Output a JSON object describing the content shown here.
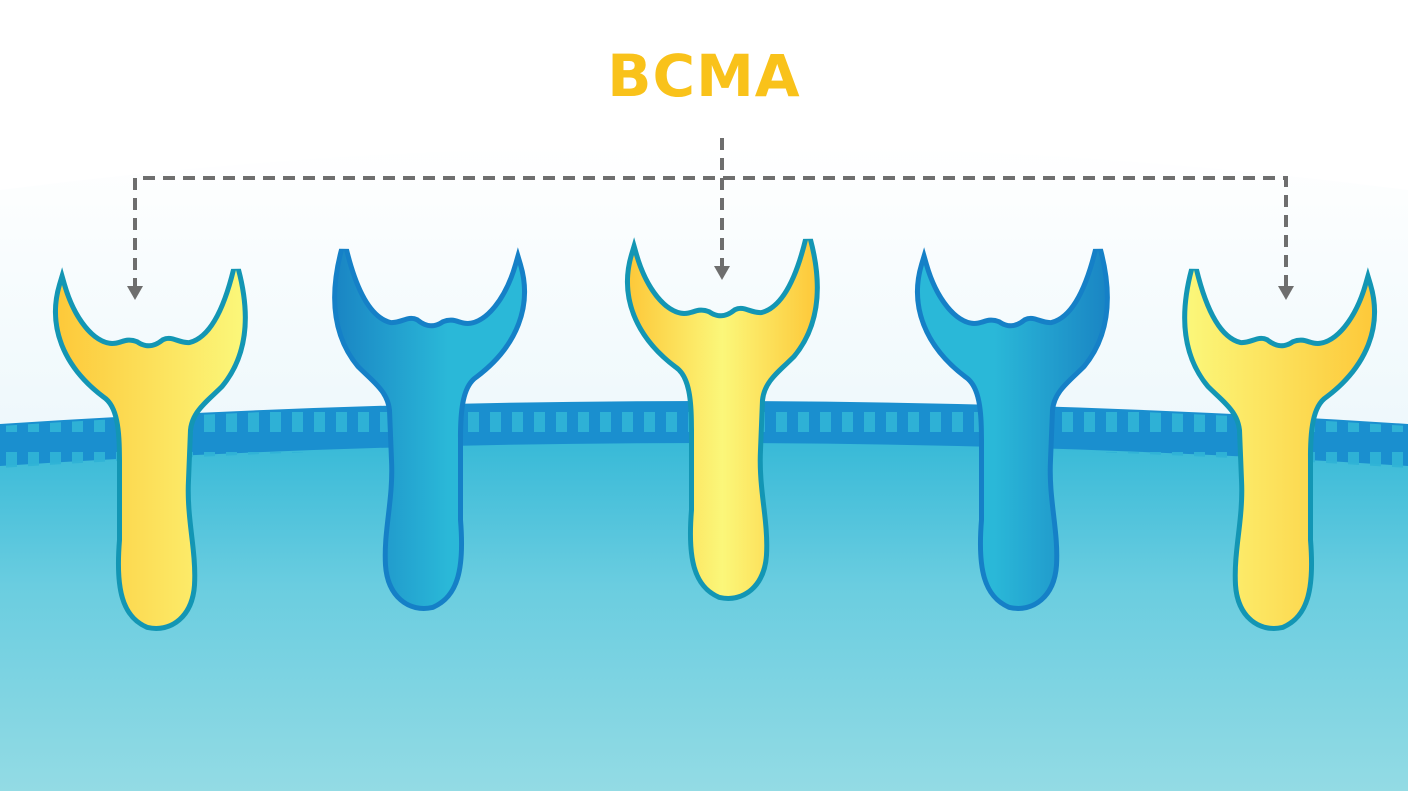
{
  "diagram": {
    "title": "BCMA",
    "title_color": "#f9c21a",
    "description": "Cell membrane with five transmembrane receptors; three yellow receptors labeled BCMA via dashed arrows",
    "colors": {
      "background_top": "#ffffff",
      "halo": "#f2f9fc",
      "membrane_band": "#1a8fcf",
      "membrane_ticks": "#2fb3d6",
      "cytoplasm_top": "#2fb6d6",
      "cytoplasm_bottom": "#93dbe4",
      "receptor_yellow_light": "#fbf77a",
      "receptor_yellow_dark": "#fdc93a",
      "receptor_blue_light": "#2ab8d8",
      "receptor_blue_dark": "#1a86c4",
      "yellow_outline": "#1396b4",
      "blue_outline": "#1580c7",
      "arrow": "#6e6e6e"
    },
    "receptors": [
      {
        "id": 1,
        "color": "yellow",
        "label": "BCMA",
        "pointed": true
      },
      {
        "id": 2,
        "color": "blue",
        "pointed": false
      },
      {
        "id": 3,
        "color": "yellow",
        "label": "BCMA",
        "pointed": true
      },
      {
        "id": 4,
        "color": "blue",
        "pointed": false
      },
      {
        "id": 5,
        "color": "yellow",
        "label": "BCMA",
        "pointed": true
      }
    ]
  }
}
